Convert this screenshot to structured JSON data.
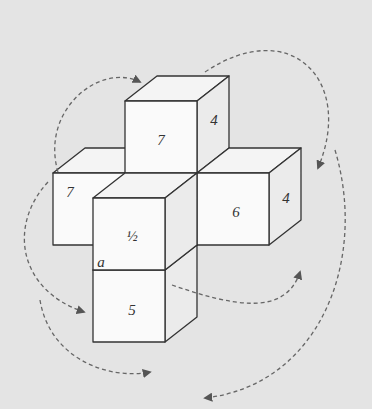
{
  "diagram": {
    "labels": [
      "7",
      "4",
      "7",
      "6",
      "½",
      "a",
      "5",
      "4"
    ]
  }
}
